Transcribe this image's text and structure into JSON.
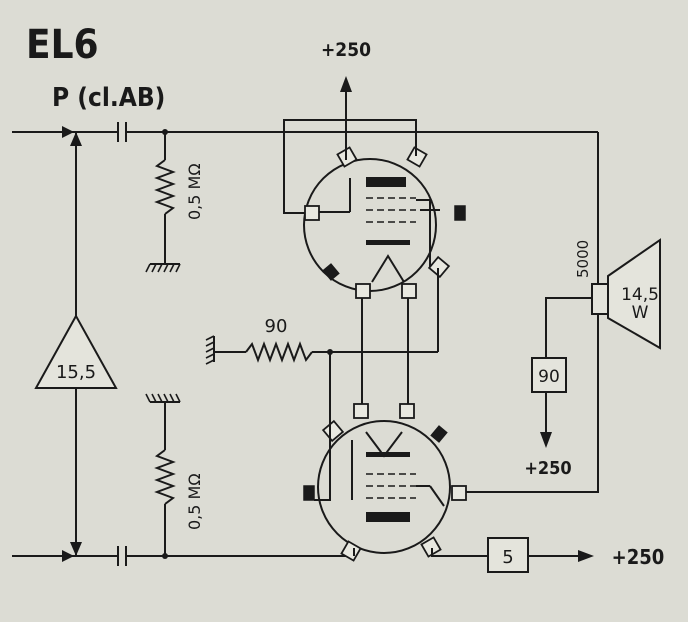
{
  "title": "EL6",
  "subtitle": "P (cl.AB)",
  "amplifier_label": "15,5",
  "resistor_top_label": "0,5 MΩ",
  "resistor_bottom_label": "0,5 MΩ",
  "cathode_resistor_label": "90",
  "screen_resistor_label": "90",
  "plate_supply_label": "+250",
  "screen_supply_label": "+250",
  "bottom_supply_label": "+250",
  "bottom_box_label": "5",
  "transformer_label": "5000",
  "speaker_label_line1": "14,5",
  "speaker_label_line2": "W"
}
